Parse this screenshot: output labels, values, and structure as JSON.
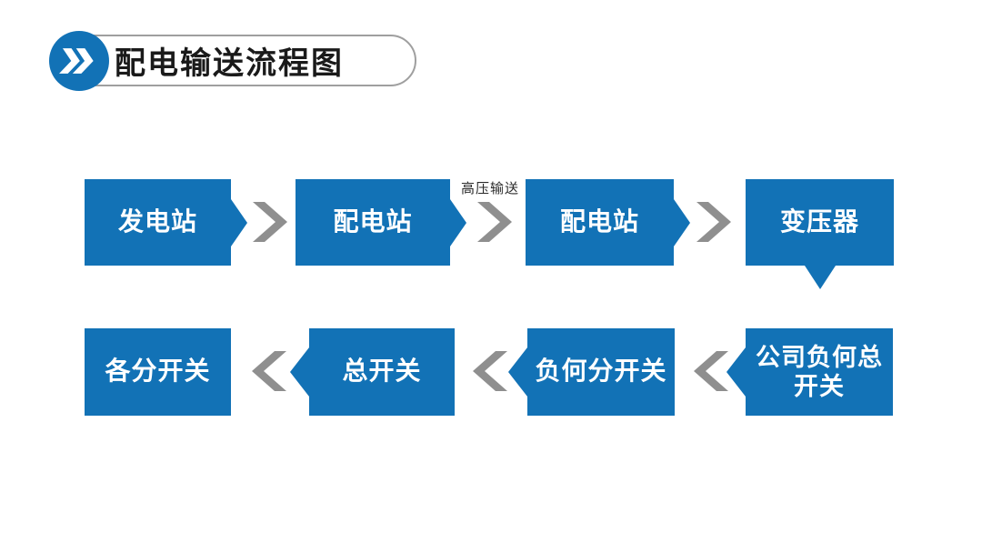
{
  "slide": {
    "title": "配电输送流程图"
  },
  "flow": {
    "annotation": "高压输送",
    "row1": [
      {
        "label": "发电站"
      },
      {
        "label": "配电站"
      },
      {
        "label": "配电站"
      },
      {
        "label": "变压器"
      }
    ],
    "row2": [
      {
        "label": "各分开关"
      },
      {
        "label": "总开关"
      },
      {
        "label": "负何分开关"
      },
      {
        "label": "公司负何总开关"
      }
    ]
  },
  "colors": {
    "node_blue": "#1272B6",
    "arrow_gray": "#8F8F8F",
    "node_text": "#FFFFFF",
    "title_text": "#1A1A1A",
    "banner_border": "#9F9F9F",
    "background": "#FFFFFF"
  }
}
